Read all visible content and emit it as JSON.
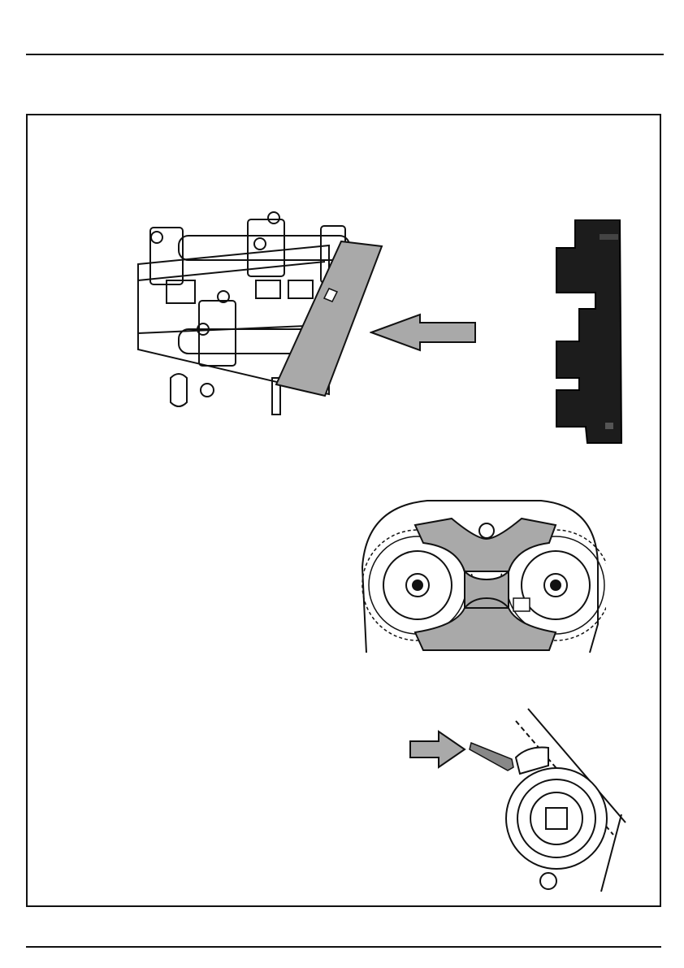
{
  "page": {
    "colors": {
      "ink": "#111111",
      "tool_grey": "#a9a9a9",
      "tool_dark": "#1c1c1c",
      "paper": "#ffffff"
    },
    "figures": [
      {
        "id": "camshaft-locking-plate",
        "icons": [
          "camshaft-icon",
          "locking-plate-icon",
          "arrow-left-icon"
        ]
      },
      {
        "id": "locking-bar-tool",
        "icons": [
          "locking-bar-icon"
        ]
      },
      {
        "id": "cam-pulley-holding-tool",
        "icons": [
          "timing-belt-icon",
          "cam-pulley-icon",
          "holding-tool-icon"
        ]
      },
      {
        "id": "tensioner-pin-insertion",
        "icons": [
          "arrow-right-icon",
          "locking-pin-icon",
          "tensioner-pulley-icon"
        ]
      }
    ]
  }
}
